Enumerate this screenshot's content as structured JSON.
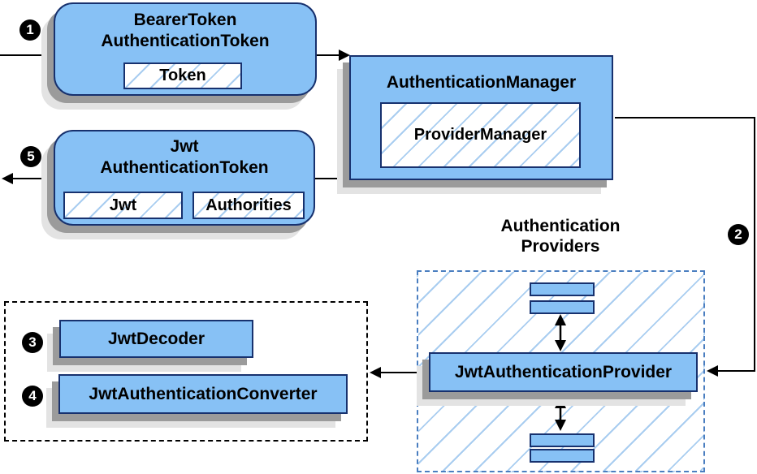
{
  "colors": {
    "box_fill": "#87c1f5",
    "box_border": "#17316e",
    "hatch_line": "#a9cdf0",
    "shadow_dark": "#9b9b9b",
    "shadow_light": "#e3e3e3",
    "providers_border": "#4a7ec0",
    "dashed_border": "#000000",
    "connector": "#000000",
    "badge_bg": "#000000",
    "badge_text": "#ffffff"
  },
  "steps": {
    "s1": "1",
    "s2": "2",
    "s3": "3",
    "s4": "4",
    "s5": "5"
  },
  "bearer_token_box": {
    "title_line1": "BearerToken",
    "title_line2": "AuthenticationToken",
    "token_chip": "Token"
  },
  "authentication_manager_box": {
    "title": "AuthenticationManager",
    "provider_manager_chip": "ProviderManager"
  },
  "jwt_authentication_token_box": {
    "title_line1": "Jwt",
    "title_line2": "AuthenticationToken",
    "jwt_chip": "Jwt",
    "authorities_chip": "Authorities"
  },
  "authentication_providers_group": {
    "label_line1": "Authentication",
    "label_line2": "Providers",
    "provider_box": "JwtAuthenticationProvider"
  },
  "converter_group": {
    "jwt_decoder": "JwtDecoder",
    "jwt_authentication_converter": "JwtAuthenticationConverter"
  }
}
